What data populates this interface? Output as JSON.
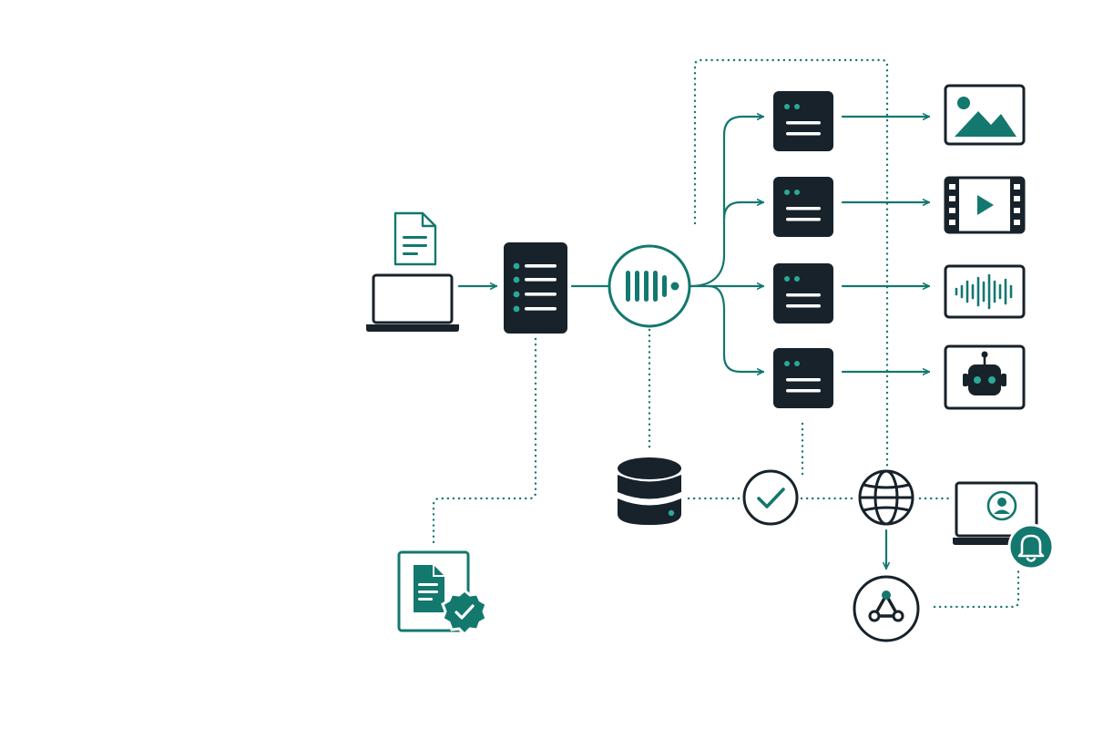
{
  "colors": {
    "ink": "#17222a",
    "accent": "#13786e",
    "background": "#ffffff"
  },
  "nodes": [
    {
      "id": "upload-document",
      "icon": "document-icon"
    },
    {
      "id": "client-laptop",
      "icon": "laptop-icon"
    },
    {
      "id": "ingest-server",
      "icon": "server-icon"
    },
    {
      "id": "processing-hub",
      "icon": "waveform-hub-icon"
    },
    {
      "id": "worker-image",
      "icon": "server-icon"
    },
    {
      "id": "worker-video",
      "icon": "server-icon"
    },
    {
      "id": "worker-audio",
      "icon": "server-icon"
    },
    {
      "id": "worker-ai",
      "icon": "server-icon"
    },
    {
      "id": "output-image",
      "icon": "image-icon"
    },
    {
      "id": "output-video",
      "icon": "video-icon"
    },
    {
      "id": "output-audio",
      "icon": "audio-wave-icon"
    },
    {
      "id": "output-bot",
      "icon": "robot-icon"
    },
    {
      "id": "database",
      "icon": "database-icon"
    },
    {
      "id": "validation",
      "icon": "check-circle-icon"
    },
    {
      "id": "network",
      "icon": "globe-icon"
    },
    {
      "id": "user-device",
      "icon": "user-laptop-icon"
    },
    {
      "id": "notification",
      "icon": "bell-icon"
    },
    {
      "id": "webhook",
      "icon": "webhook-icon"
    },
    {
      "id": "verified-document",
      "icon": "verified-document-icon"
    }
  ],
  "connections": [
    {
      "from": "client-laptop",
      "to": "ingest-server",
      "style": "solid-arrow"
    },
    {
      "from": "ingest-server",
      "to": "processing-hub",
      "style": "solid"
    },
    {
      "from": "processing-hub",
      "to": "worker-image",
      "style": "solid-arrow"
    },
    {
      "from": "processing-hub",
      "to": "worker-video",
      "style": "solid-arrow"
    },
    {
      "from": "processing-hub",
      "to": "worker-audio",
      "style": "solid-arrow"
    },
    {
      "from": "processing-hub",
      "to": "worker-ai",
      "style": "solid-arrow"
    },
    {
      "from": "worker-image",
      "to": "output-image",
      "style": "solid-arrow"
    },
    {
      "from": "worker-video",
      "to": "output-video",
      "style": "solid-arrow"
    },
    {
      "from": "worker-audio",
      "to": "output-audio",
      "style": "solid-arrow"
    },
    {
      "from": "worker-ai",
      "to": "output-bot",
      "style": "solid-arrow"
    },
    {
      "from": "ingest-server",
      "to": "verified-document",
      "style": "dotted"
    },
    {
      "from": "processing-hub",
      "to": "database",
      "style": "dotted"
    },
    {
      "from": "database",
      "to": "validation",
      "style": "dotted"
    },
    {
      "from": "validation",
      "to": "network",
      "style": "dotted"
    },
    {
      "from": "worker-ai",
      "to": "validation",
      "style": "dotted"
    },
    {
      "from": "network",
      "to": "user-device",
      "style": "dotted"
    },
    {
      "from": "network",
      "to": "webhook",
      "style": "solid-arrow"
    },
    {
      "from": "webhook",
      "to": "notification",
      "style": "dotted"
    },
    {
      "from": "network",
      "to": "worker-image",
      "style": "dotted-loop"
    }
  ]
}
